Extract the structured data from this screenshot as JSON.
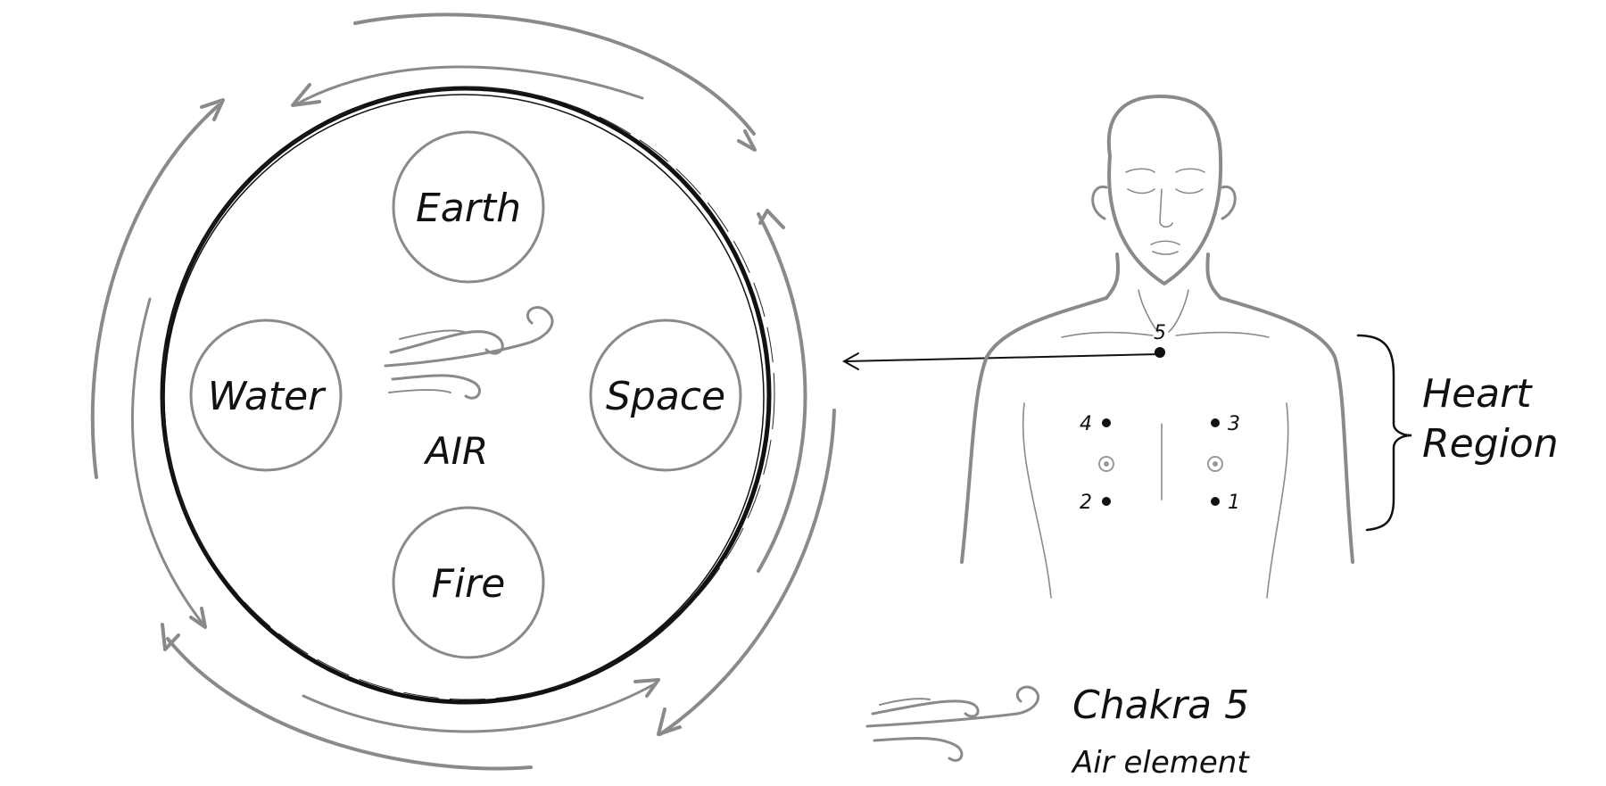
{
  "elements": {
    "top": "Earth",
    "left": "Water",
    "right": "Space",
    "bottom": "Fire",
    "center": "AIR"
  },
  "figure": {
    "chakra_point_labels": [
      "1",
      "2",
      "3",
      "4",
      "5"
    ],
    "region_label_line1": "Heart",
    "region_label_line2": "Region"
  },
  "legend": {
    "title": "Chakra 5",
    "subtitle": "Air element"
  },
  "colors": {
    "ink": "#111111",
    "sketch_gray": "#8a8a8a"
  }
}
